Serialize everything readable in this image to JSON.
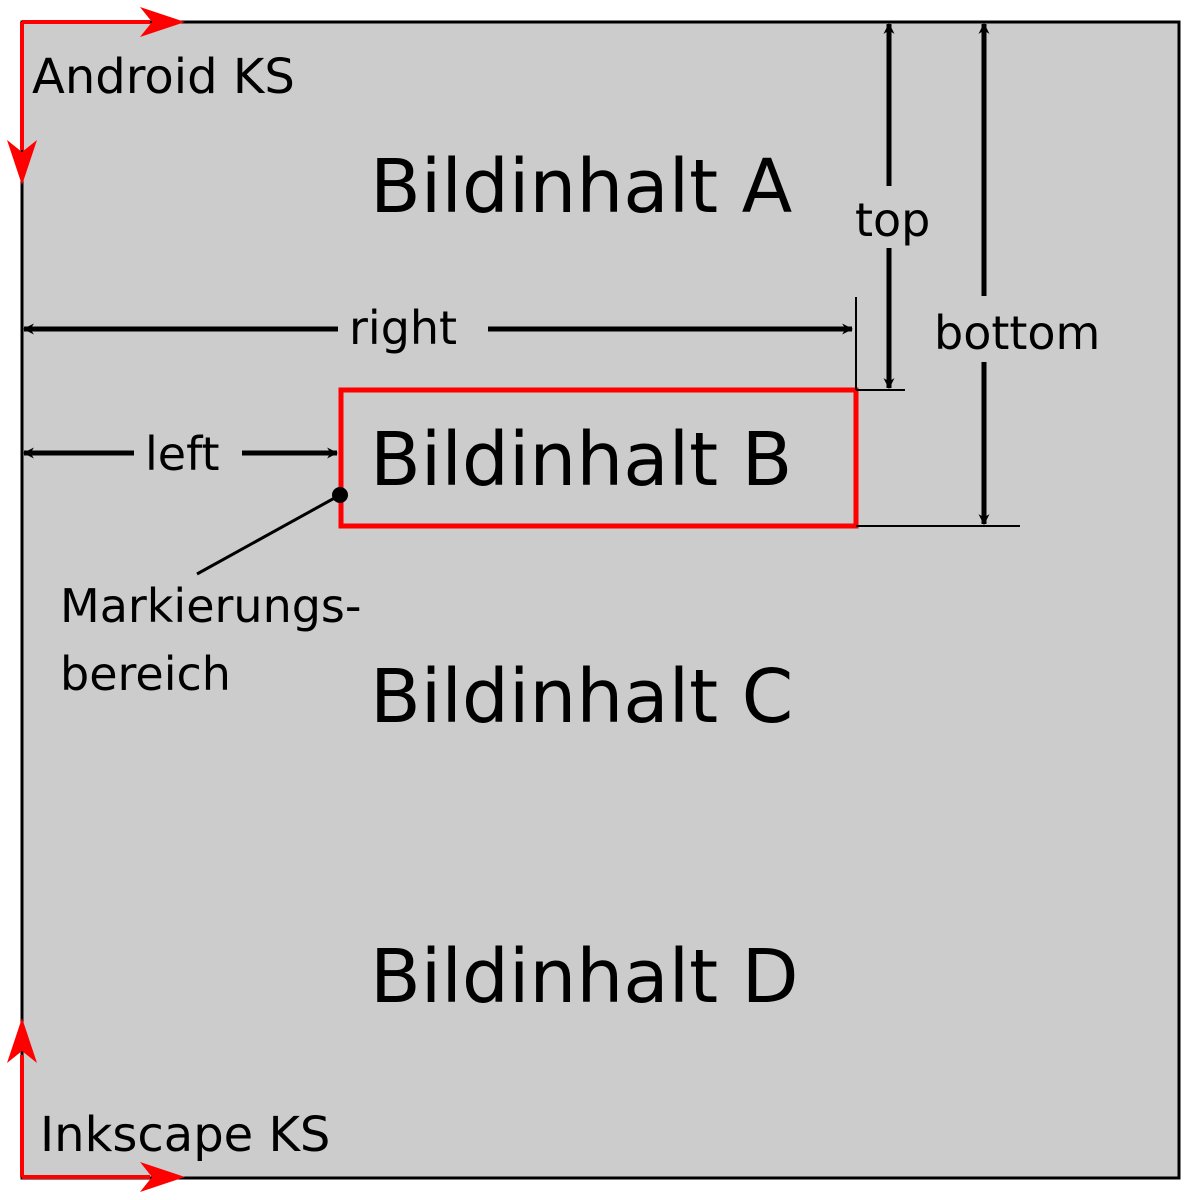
{
  "colors": {
    "background": "#cccccc",
    "frame": "#000000",
    "highlight": "#ff0000",
    "text": "#000000"
  },
  "coordinate_systems": {
    "android_label": "Android KS",
    "inkscape_label": "Inkscape KS"
  },
  "contents": {
    "a": "Bildinhalt A",
    "b": "Bildinhalt B",
    "c": "Bildinhalt C",
    "d": "Bildinhalt D"
  },
  "dimensions": {
    "top": "top",
    "bottom": "bottom",
    "right": "right",
    "left": "left"
  },
  "marker": {
    "line1": "Markierungs-",
    "line2": "bereich"
  },
  "icons": {
    "android_axes": "coordinate-axes-icon",
    "inkscape_axes": "coordinate-axes-icon"
  }
}
